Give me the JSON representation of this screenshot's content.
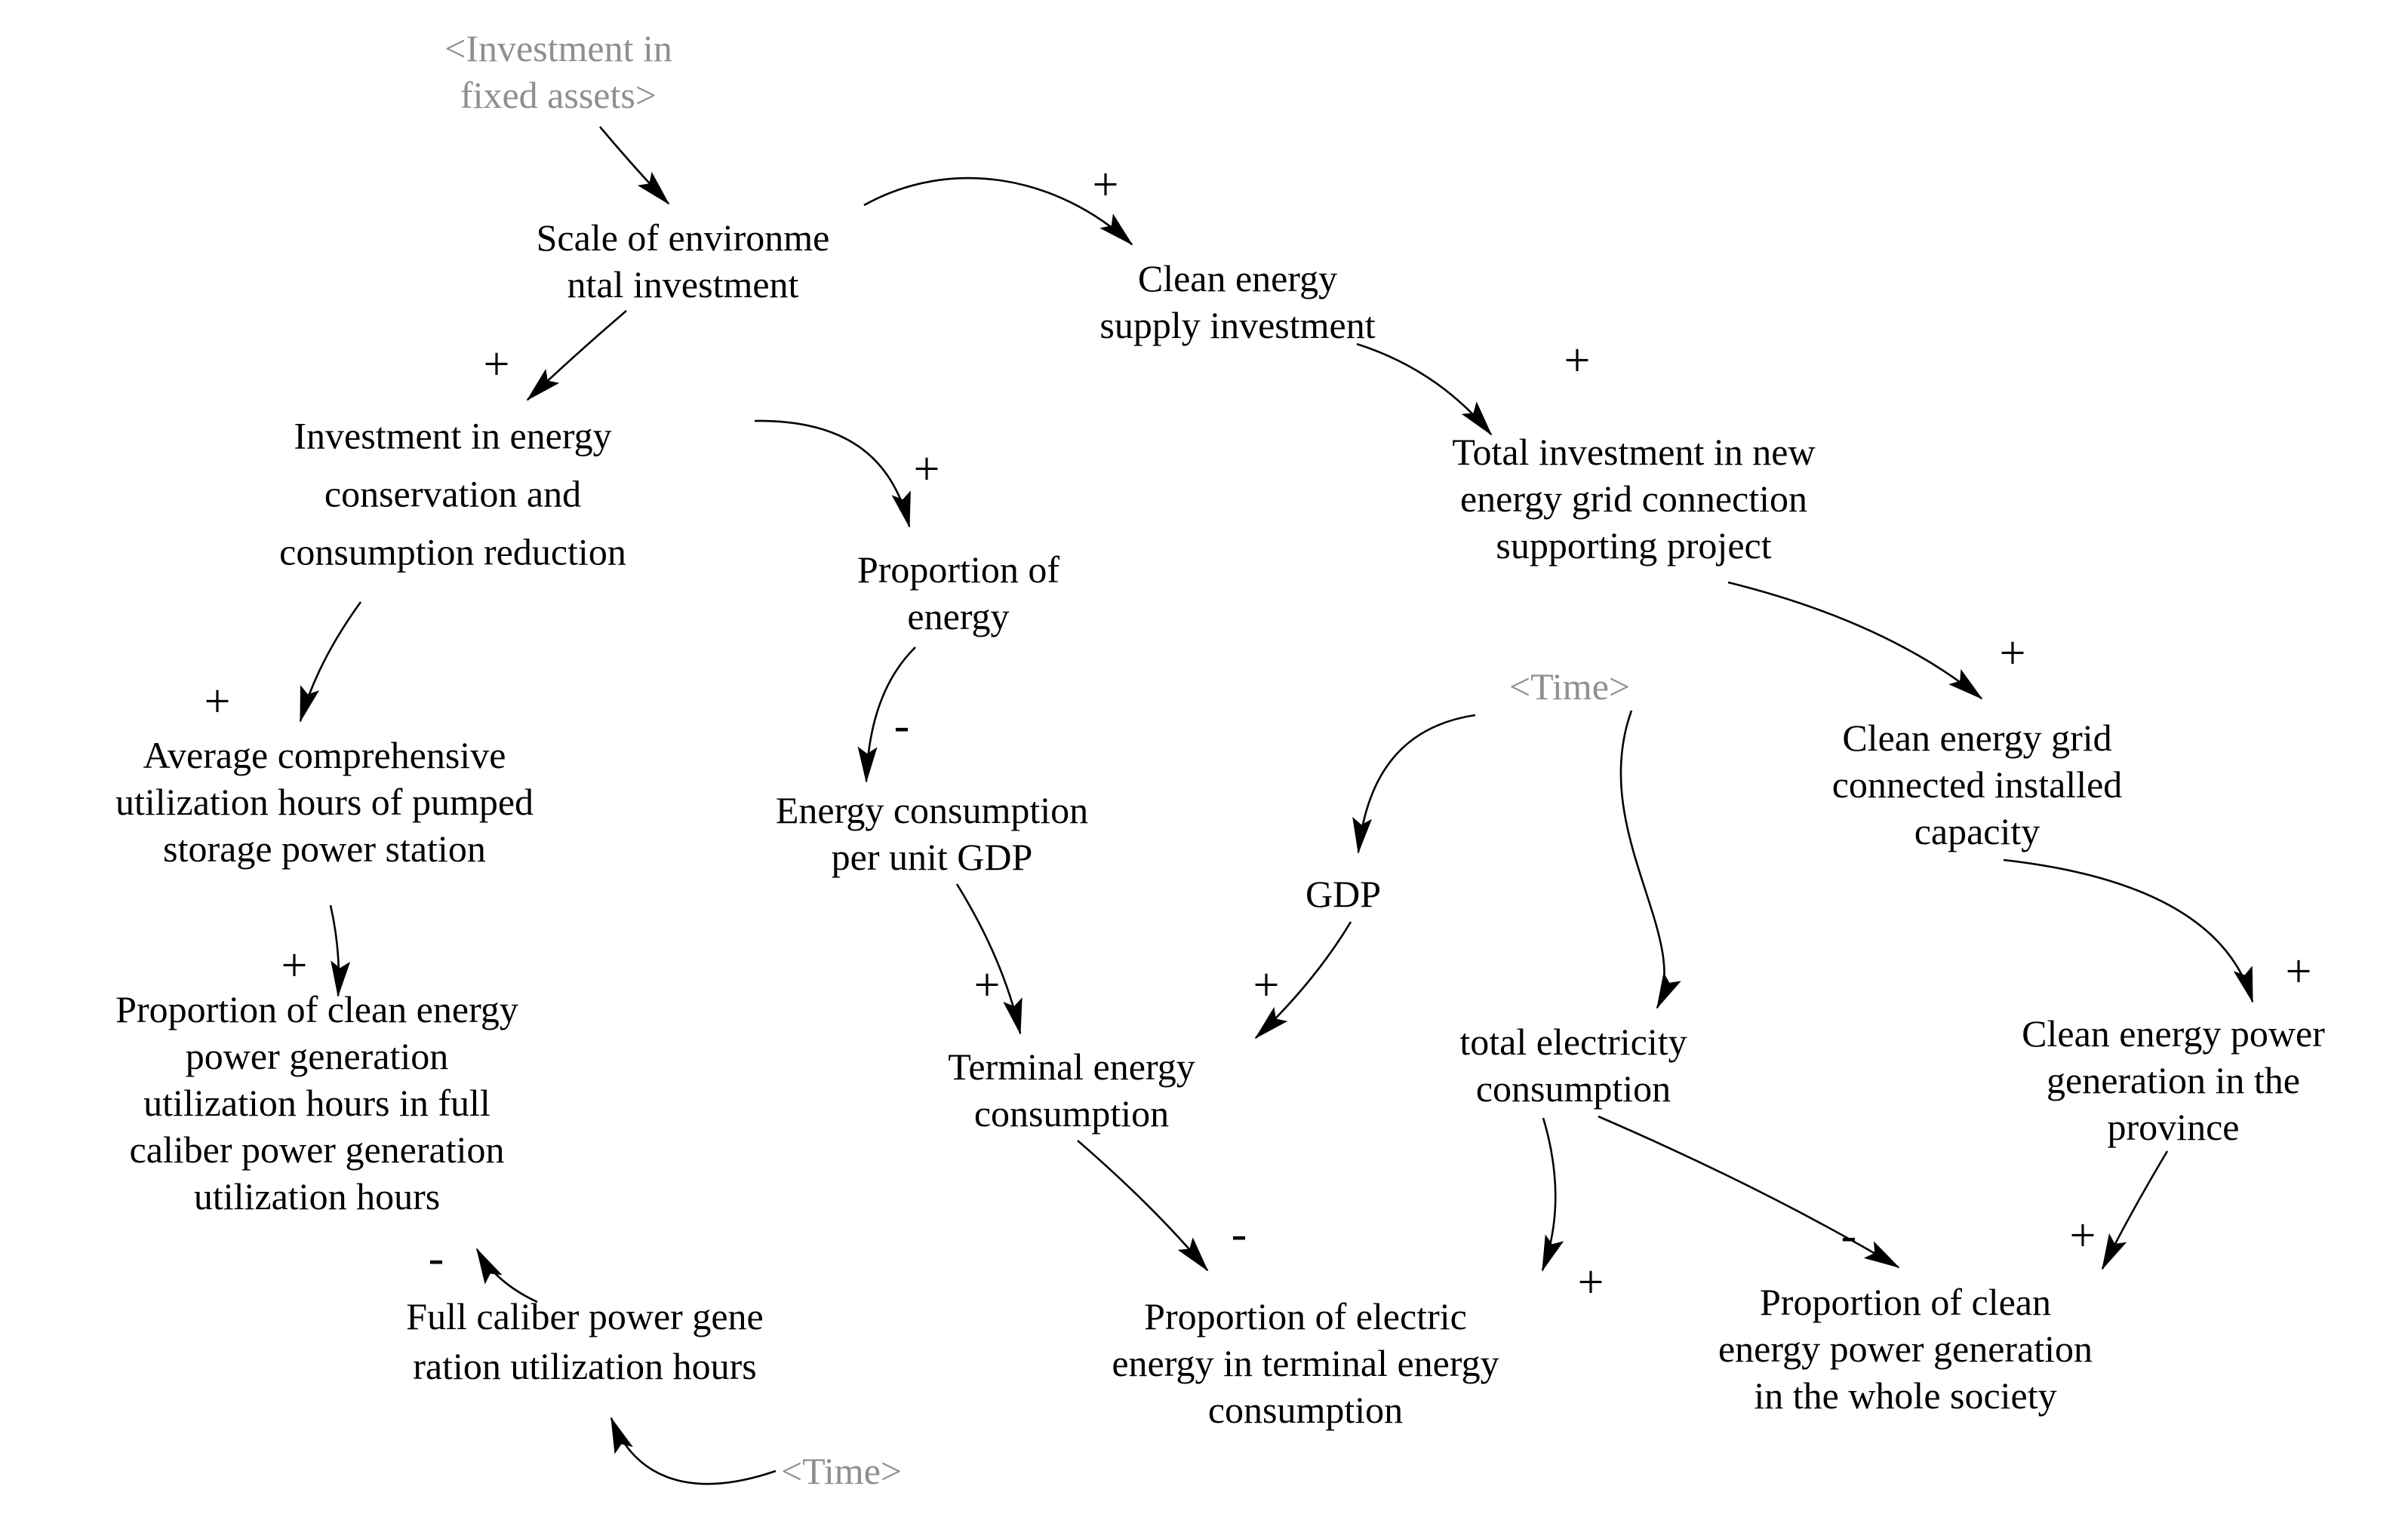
{
  "figure": {
    "type": "causal-loop-diagram",
    "colors": {
      "variable_text": "#000000",
      "shadow_variable_text": "#8f8f8f",
      "arrow": "#000000"
    },
    "nodes": [
      {
        "id": "investment-fixed-assets",
        "label": "<Investment in\nfixed assets>",
        "shadow": true
      },
      {
        "id": "scale-environmental-investment",
        "label": "Scale of environme\nntal investment",
        "shadow": false
      },
      {
        "id": "clean-energy-supply-investment",
        "label": "Clean energy\nsupply investment",
        "shadow": false
      },
      {
        "id": "investment-energy-conservation",
        "label": "Investment in energy\nconservation and\nconsumption reduction",
        "shadow": false
      },
      {
        "id": "proportion-of-energy",
        "label": "Proportion of\nenergy",
        "shadow": false
      },
      {
        "id": "total-investment-new-energy-grid",
        "label": "Total investment in new\nenergy grid connection\nsupporting project",
        "shadow": false
      },
      {
        "id": "time-top",
        "label": "<Time>",
        "shadow": true
      },
      {
        "id": "clean-energy-grid-capacity",
        "label": "Clean energy grid\nconnected installed\ncapacity",
        "shadow": false
      },
      {
        "id": "avg-utilization-hours-pumped-storage",
        "label": "Average comprehensive\nutilization hours of pumped\nstorage power station",
        "shadow": false
      },
      {
        "id": "energy-consumption-per-unit-gdp",
        "label": "Energy consumption\nper unit GDP",
        "shadow": false
      },
      {
        "id": "gdp",
        "label": "GDP",
        "shadow": false
      },
      {
        "id": "total-electricity-consumption",
        "label": "total electricity\nconsumption",
        "shadow": false
      },
      {
        "id": "proportion-clean-energy-utilization-hours",
        "label": "Proportion of clean energy\npower generation\nutilization hours in full\ncaliber power generation\nutilization hours",
        "shadow": false
      },
      {
        "id": "terminal-energy-consumption",
        "label": "Terminal energy\nconsumption",
        "shadow": false
      },
      {
        "id": "clean-energy-power-generation-province",
        "label": "Clean energy power\ngeneration in the\nprovince",
        "shadow": false
      },
      {
        "id": "full-caliber-utilization-hours",
        "label": "Full caliber power gene\nration utilization hours",
        "shadow": false
      },
      {
        "id": "proportion-electric-energy-terminal",
        "label": "Proportion of electric\nenergy in terminal energy\nconsumption",
        "shadow": false
      },
      {
        "id": "proportion-clean-energy-whole-society",
        "label": "Proportion of clean\nenergy power generation\nin the whole society",
        "shadow": false
      },
      {
        "id": "time-bottom",
        "label": "<Time>",
        "shadow": true
      }
    ],
    "edges": [
      {
        "from": "investment-fixed-assets",
        "to": "scale-environmental-investment",
        "sign": ""
      },
      {
        "from": "scale-environmental-investment",
        "to": "clean-energy-supply-investment",
        "sign": "+"
      },
      {
        "from": "scale-environmental-investment",
        "to": "investment-energy-conservation",
        "sign": "+"
      },
      {
        "from": "clean-energy-supply-investment",
        "to": "total-investment-new-energy-grid",
        "sign": "+"
      },
      {
        "from": "investment-energy-conservation",
        "to": "proportion-of-energy",
        "sign": "+"
      },
      {
        "from": "total-investment-new-energy-grid",
        "to": "clean-energy-grid-capacity",
        "sign": "+"
      },
      {
        "from": "proportion-of-energy",
        "to": "energy-consumption-per-unit-gdp",
        "sign": "-"
      },
      {
        "from": "investment-energy-conservation",
        "to": "avg-utilization-hours-pumped-storage",
        "sign": "+"
      },
      {
        "from": "avg-utilization-hours-pumped-storage",
        "to": "proportion-clean-energy-utilization-hours",
        "sign": "+"
      },
      {
        "from": "energy-consumption-per-unit-gdp",
        "to": "terminal-energy-consumption",
        "sign": "+"
      },
      {
        "from": "gdp",
        "to": "terminal-energy-consumption",
        "sign": "+"
      },
      {
        "from": "time-top",
        "to": "gdp",
        "sign": ""
      },
      {
        "from": "time-top",
        "to": "total-electricity-consumption",
        "sign": ""
      },
      {
        "from": "clean-energy-grid-capacity",
        "to": "clean-energy-power-generation-province",
        "sign": "+"
      },
      {
        "from": "total-electricity-consumption",
        "to": "proportion-electric-energy-terminal",
        "sign": "+"
      },
      {
        "from": "total-electricity-consumption",
        "to": "proportion-clean-energy-whole-society",
        "sign": "-"
      },
      {
        "from": "terminal-energy-consumption",
        "to": "proportion-electric-energy-terminal",
        "sign": "-"
      },
      {
        "from": "clean-energy-power-generation-province",
        "to": "proportion-clean-energy-whole-society",
        "sign": "+"
      },
      {
        "from": "full-caliber-utilization-hours",
        "to": "proportion-clean-energy-utilization-hours",
        "sign": "-"
      },
      {
        "from": "time-bottom",
        "to": "full-caliber-utilization-hours",
        "sign": ""
      }
    ]
  }
}
